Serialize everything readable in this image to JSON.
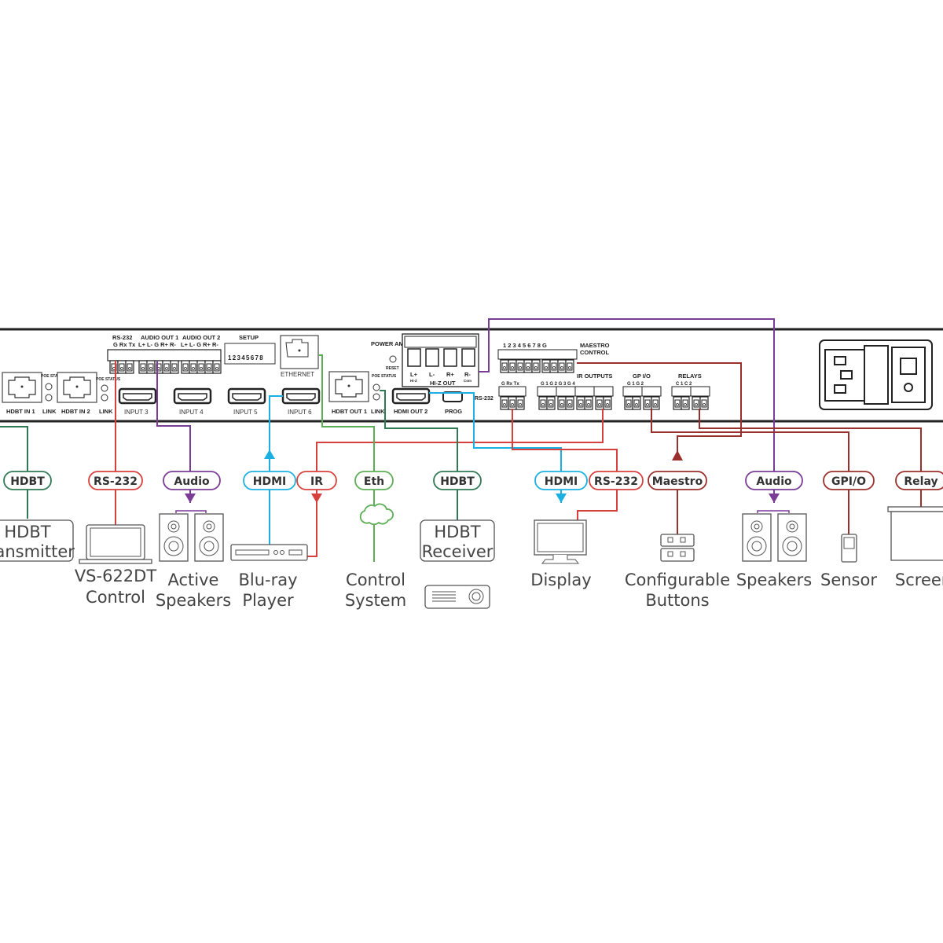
{
  "colors": {
    "hdbt": "#2f7a55",
    "eth": "#5cae55",
    "rs232": "#d8403d",
    "ir": "#d8403d",
    "audio": "#7b3c98",
    "hdmi": "#1cb0e2",
    "darkred": "#9a302b"
  },
  "panel": {
    "hdbt_in_1": "HDBT IN 1",
    "hdbt_in_2": "HDBT IN 2",
    "poe_status": "POE STATUS",
    "link": "LINK",
    "rs232": "RS-232",
    "rs232_pins": "G Rx Tx",
    "audio_out_1": "AUDIO OUT 1",
    "audio_out_2": "AUDIO OUT 2",
    "audio_pins": "L+ L-  G R+ R-",
    "setup": "SETUP",
    "setup_pins": "12345678",
    "input_3": "INPUT 3",
    "input_4": "INPUT 4",
    "input_5": "INPUT 5",
    "input_6": "INPUT 6",
    "ethernet": "ETHERNET",
    "hdbt_out_1": "HDBT OUT 1",
    "hdmi_out_2": "HDMI OUT 2",
    "prog": "PROG",
    "power_amp": "POWER AMP",
    "reset": "RESET",
    "hiz_pins": [
      "L+",
      "L-",
      "R+",
      "R-"
    ],
    "hiz_sub": "Hi-Z",
    "com_sub": "Com",
    "hiz_out": "HI-Z OUT",
    "maestro_pins": "1  2  3  4  5    6  7  8  G",
    "maestro_control_1": "MAESTRO",
    "maestro_control_2": "CONTROL",
    "ir_outputs": "IR OUTPUTS",
    "ir_pins": "G  1    G  2    G  3    G  4",
    "gpio": "GP I/O",
    "gpio_pins": "G  1    G  2",
    "relays": "RELAYS",
    "relay_pins": "C  1    C  2"
  },
  "connections": [
    {
      "label": "HDBT"
    },
    {
      "label": "RS-232"
    },
    {
      "label": "Audio"
    },
    {
      "label": "HDMI"
    },
    {
      "label": "IR"
    },
    {
      "label": "Eth"
    },
    {
      "label": "HDBT"
    },
    {
      "label": "HDMI"
    },
    {
      "label": "RS-232"
    },
    {
      "label": "Maestro"
    },
    {
      "label": "Audio"
    },
    {
      "label": "GPI/O"
    },
    {
      "label": "Relay"
    }
  ],
  "devices": {
    "hdbt_tx": [
      "HDBT",
      "Transmitter"
    ],
    "vs622": [
      "VS-622DT",
      "Control"
    ],
    "active_speakers": [
      "Active",
      "Speakers"
    ],
    "bluray": [
      "Blu-ray",
      "Player"
    ],
    "control_system": [
      "Control",
      "System"
    ],
    "hdbt_rx": [
      "HDBT",
      "Receiver"
    ],
    "display": "Display",
    "buttons": [
      "Configurable",
      "Buttons"
    ],
    "speakers": "Speakers",
    "sensor": "Sensor",
    "screen": "Screen"
  }
}
